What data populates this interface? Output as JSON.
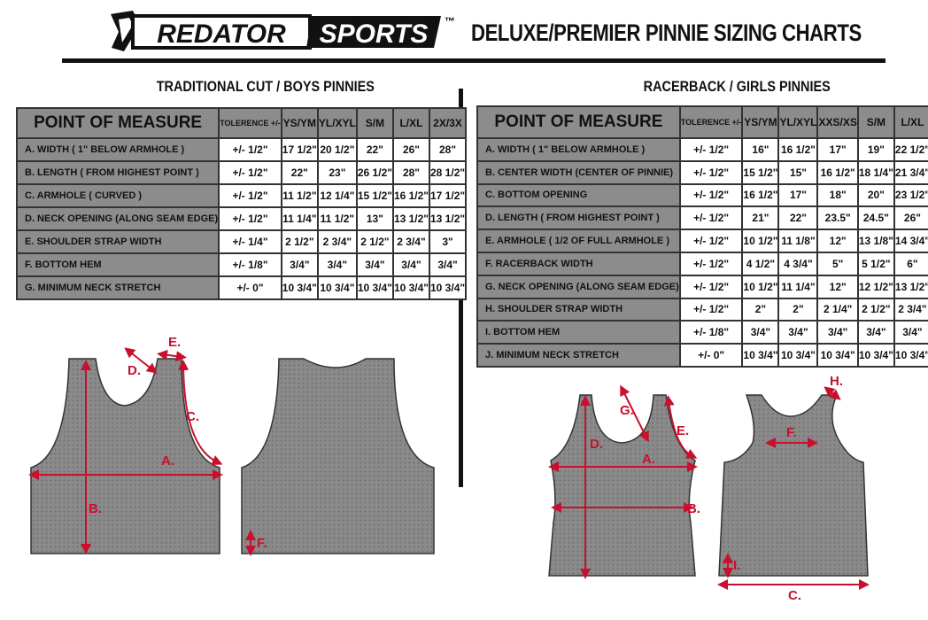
{
  "header": {
    "logo_text_1": "REDATOR",
    "logo_text_2": "SPORTS",
    "trademark": "™",
    "title": "DELUXE/PREMIER PINNIE SIZING CHARTS"
  },
  "colors": {
    "table_header": "#8c8c8c",
    "measure_red": "#c8102e",
    "jersey_gray": "#8a8a8a"
  },
  "boys": {
    "subtitle": "TRADITIONAL CUT / BOYS PINNIES",
    "headers": [
      "POINT OF MEASURE",
      "TOLERENCE +/-",
      "YS/YM",
      "YL/XYL",
      "S/M",
      "L/XL",
      "2X/3X"
    ],
    "rows": [
      [
        "A.  WIDTH ( 1\" BELOW ARMHOLE )",
        "+/-  1/2\"",
        "17 1/2\"",
        "20 1/2\"",
        "22\"",
        "26\"",
        "28\""
      ],
      [
        "B.  LENGTH ( FROM HIGHEST POINT )",
        "+/-  1/2\"",
        "22\"",
        "23\"",
        "26 1/2\"",
        "28\"",
        "28 1/2\""
      ],
      [
        "C.  ARMHOLE ( CURVED )",
        "+/-  1/2\"",
        "11 1/2\"",
        "12 1/4\"",
        "15 1/2\"",
        "16 1/2\"",
        "17 1/2\""
      ],
      [
        "D.  NECK OPENING (ALONG SEAM EDGE)",
        "+/-  1/2\"",
        "11 1/4\"",
        "11 1/2\"",
        "13\"",
        "13 1/2\"",
        "13 1/2\""
      ],
      [
        "E.  SHOULDER STRAP WIDTH",
        "+/-  1/4\"",
        "2 1/2\"",
        "2 3/4\"",
        "2 1/2\"",
        "2 3/4\"",
        "3\""
      ],
      [
        "F.  BOTTOM HEM",
        "+/-  1/8\"",
        "3/4\"",
        "3/4\"",
        "3/4\"",
        "3/4\"",
        "3/4\""
      ],
      [
        "G.  MINIMUM NECK STRETCH",
        "+/-  0\"",
        "10 3/4\"",
        "10 3/4\"",
        "10 3/4\"",
        "10 3/4\"",
        "10 3/4\""
      ]
    ],
    "diagram_labels": {
      "a": "A.",
      "b": "B.",
      "c": "C.",
      "d": "D.",
      "e": "E.",
      "f": "F."
    }
  },
  "girls": {
    "subtitle": "RACERBACK / GIRLS PINNIES",
    "headers": [
      "POINT OF MEASURE",
      "TOLERENCE +/-",
      "YS/YM",
      "YL/XYL",
      "XXS/XS",
      "S/M",
      "L/XL"
    ],
    "rows": [
      [
        "A.  WIDTH ( 1\" BELOW ARMHOLE )",
        "+/-  1/2\"",
        "16\"",
        "16 1/2\"",
        "17\"",
        "19\"",
        "22 1/2\""
      ],
      [
        "B.  CENTER WIDTH (CENTER OF PINNIE)",
        "+/-  1/2\"",
        "15 1/2\"",
        "15\"",
        "16 1/2\"",
        "18 1/4\"",
        "21 3/4\""
      ],
      [
        "C.  BOTTOM OPENING",
        "+/-  1/2\"",
        "16 1/2\"",
        "17\"",
        "18\"",
        "20\"",
        "23 1/2\""
      ],
      [
        "D.  LENGTH ( FROM HIGHEST POINT )",
        "+/-  1/2\"",
        "21\"",
        "22\"",
        "23.5\"",
        "24.5\"",
        "26\""
      ],
      [
        "E.  ARMHOLE ( 1/2 OF FULL ARMHOLE )",
        "+/-  1/2\"",
        "10 1/2\"",
        "11 1/8\"",
        "12\"",
        "13 1/8\"",
        "14 3/4\""
      ],
      [
        "F.  RACERBACK WIDTH",
        "+/-  1/2\"",
        "4 1/2\"",
        "4 3/4\"",
        "5\"",
        "5 1/2\"",
        "6\""
      ],
      [
        "G.  NECK OPENING (ALONG SEAM EDGE)",
        "+/-  1/2\"",
        "10 1/2\"",
        "11 1/4\"",
        "12\"",
        "12 1/2\"",
        "13 1/2\""
      ],
      [
        "H.  SHOULDER STRAP WIDTH",
        "+/-  1/2\"",
        "2\"",
        "2\"",
        "2 1/4\"",
        "2 1/2\"",
        "2 3/4\""
      ],
      [
        "I.  BOTTOM HEM",
        "+/-  1/8\"",
        "3/4\"",
        "3/4\"",
        "3/4\"",
        "3/4\"",
        "3/4\""
      ],
      [
        "J.  MINIMUM NECK STRETCH",
        "+/-  0\"",
        "10 3/4\"",
        "10 3/4\"",
        "10 3/4\"",
        "10 3/4\"",
        "10 3/4\""
      ]
    ],
    "diagram_labels": {
      "a": "A.",
      "b": "B.",
      "c": "C.",
      "d": "D.",
      "e": "E.",
      "f": "F.",
      "g": "G.",
      "h": "H.",
      "i": "I."
    }
  }
}
